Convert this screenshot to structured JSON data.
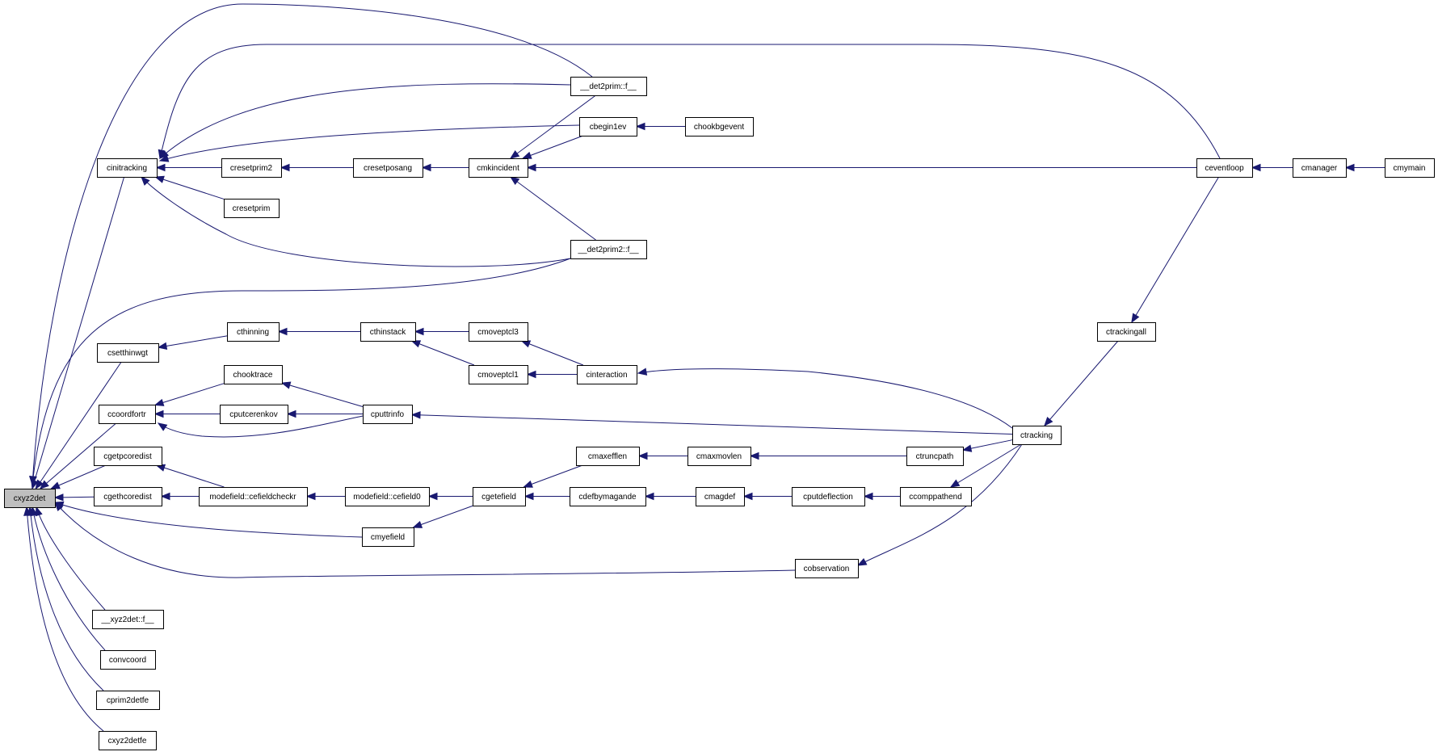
{
  "graph": {
    "title": "",
    "colors": {
      "edge": "#191970",
      "node_border": "#000000",
      "root_fill": "#bfbfbf",
      "node_fill": "#ffffff"
    },
    "nodes": [
      {
        "id": "cxyz2det",
        "label": "cxyz2det",
        "root": true
      },
      {
        "id": "cinitracking",
        "label": "cinitracking"
      },
      {
        "id": "csetthinwgt",
        "label": "csetthinwgt"
      },
      {
        "id": "ccoordfortr",
        "label": "ccoordfortr"
      },
      {
        "id": "cgetpcoredist",
        "label": "cgetpcoredist"
      },
      {
        "id": "cgethcoredist",
        "label": "cgethcoredist"
      },
      {
        "id": "xyz2det_f",
        "label": "__xyz2det::f__"
      },
      {
        "id": "convcoord",
        "label": "convcoord"
      },
      {
        "id": "cprim2detfe",
        "label": "cprim2detfe"
      },
      {
        "id": "cxyz2detfe",
        "label": "cxyz2detfe"
      },
      {
        "id": "cresetprim2",
        "label": "cresetprim2"
      },
      {
        "id": "cresetprim",
        "label": "cresetprim"
      },
      {
        "id": "cthinning",
        "label": "cthinning"
      },
      {
        "id": "chooktrace",
        "label": "chooktrace"
      },
      {
        "id": "cputcerenkov",
        "label": "cputcerenkov"
      },
      {
        "id": "modefield_cefieldcheckr",
        "label": "modefield::cefieldcheckr"
      },
      {
        "id": "cresetposang",
        "label": "cresetposang"
      },
      {
        "id": "cthinstack",
        "label": "cthinstack"
      },
      {
        "id": "cputtrinfo",
        "label": "cputtrinfo"
      },
      {
        "id": "modefield_cefield0",
        "label": "modefield::cefield0"
      },
      {
        "id": "cmyefield",
        "label": "cmyefield"
      },
      {
        "id": "cmkincident",
        "label": "cmkincident"
      },
      {
        "id": "cmoveptcl3",
        "label": "cmoveptcl3"
      },
      {
        "id": "cmoveptcl1",
        "label": "cmoveptcl1"
      },
      {
        "id": "cgetefield",
        "label": "cgetefield"
      },
      {
        "id": "det2prim_f",
        "label": "__det2prim::f__"
      },
      {
        "id": "cbegin1ev",
        "label": "cbegin1ev"
      },
      {
        "id": "det2prim2_f",
        "label": "__det2prim2::f__"
      },
      {
        "id": "cinteraction",
        "label": "cinteraction"
      },
      {
        "id": "cmaxefflen",
        "label": "cmaxefflen"
      },
      {
        "id": "cdefbymagande",
        "label": "cdefbymagande"
      },
      {
        "id": "chookbgevent",
        "label": "chookbgevent"
      },
      {
        "id": "cmaxmovlen",
        "label": "cmaxmovlen"
      },
      {
        "id": "cmagdef",
        "label": "cmagdef"
      },
      {
        "id": "cputdeflection",
        "label": "cputdeflection"
      },
      {
        "id": "cobservation",
        "label": "cobservation"
      },
      {
        "id": "ctruncpath",
        "label": "ctruncpath"
      },
      {
        "id": "ccomppathend",
        "label": "ccomppathend"
      },
      {
        "id": "ctracking",
        "label": "ctracking"
      },
      {
        "id": "ctrackingall",
        "label": "ctrackingall"
      },
      {
        "id": "ceventloop",
        "label": "ceventloop"
      },
      {
        "id": "cmanager",
        "label": "cmanager"
      },
      {
        "id": "cmymain",
        "label": "cmymain"
      }
    ],
    "edges": [
      [
        "cinitracking",
        "cxyz2det"
      ],
      [
        "csetthinwgt",
        "cxyz2det"
      ],
      [
        "ccoordfortr",
        "cxyz2det"
      ],
      [
        "cgetpcoredist",
        "cxyz2det"
      ],
      [
        "cgethcoredist",
        "cxyz2det"
      ],
      [
        "xyz2det_f",
        "cxyz2det"
      ],
      [
        "convcoord",
        "cxyz2det"
      ],
      [
        "cprim2detfe",
        "cxyz2det"
      ],
      [
        "cxyz2detfe",
        "cxyz2det"
      ],
      [
        "det2prim_f",
        "cxyz2det"
      ],
      [
        "det2prim2_f",
        "cxyz2det"
      ],
      [
        "ceventloop",
        "cinitracking"
      ],
      [
        "cmyefield",
        "cxyz2det"
      ],
      [
        "cobservation",
        "cxyz2det"
      ],
      [
        "cresetprim2",
        "cinitracking"
      ],
      [
        "cresetprim",
        "cinitracking"
      ],
      [
        "cbegin1ev",
        "cinitracking"
      ],
      [
        "det2prim_f",
        "cinitracking"
      ],
      [
        "det2prim2_f",
        "cinitracking"
      ],
      [
        "cthinning",
        "csetthinwgt"
      ],
      [
        "chooktrace",
        "ccoordfortr"
      ],
      [
        "cputcerenkov",
        "ccoordfortr"
      ],
      [
        "cputtrinfo",
        "ccoordfortr"
      ],
      [
        "modefield_cefieldcheckr",
        "cgetpcoredist"
      ],
      [
        "modefield_cefieldcheckr",
        "cgethcoredist"
      ],
      [
        "cresetposang",
        "cresetprim2"
      ],
      [
        "cthinstack",
        "cthinning"
      ],
      [
        "cputtrinfo",
        "chooktrace"
      ],
      [
        "cputtrinfo",
        "cputcerenkov"
      ],
      [
        "modefield_cefield0",
        "modefield_cefieldcheckr"
      ],
      [
        "cmkincident",
        "cresetposang"
      ],
      [
        "cmoveptcl3",
        "cthinstack"
      ],
      [
        "cmoveptcl1",
        "cthinstack"
      ],
      [
        "ctracking",
        "cputtrinfo"
      ],
      [
        "cgetefield",
        "modefield_cefield0"
      ],
      [
        "cgetefield",
        "cmyefield"
      ],
      [
        "det2prim_f",
        "cmkincident"
      ],
      [
        "cbegin1ev",
        "cmkincident"
      ],
      [
        "det2prim2_f",
        "cmkincident"
      ],
      [
        "ceventloop",
        "cmkincident"
      ],
      [
        "cinteraction",
        "cmoveptcl3"
      ],
      [
        "cinteraction",
        "cmoveptcl1"
      ],
      [
        "cmaxefflen",
        "cgetefield"
      ],
      [
        "cdefbymagande",
        "cgetefield"
      ],
      [
        "chookbgevent",
        "cbegin1ev"
      ],
      [
        "ctracking",
        "cinteraction"
      ],
      [
        "cmaxmovlen",
        "cmaxefflen"
      ],
      [
        "cmagdef",
        "cdefbymagande"
      ],
      [
        "ctruncpath",
        "cmaxmovlen"
      ],
      [
        "cputdeflection",
        "cmagdef"
      ],
      [
        "ctracking",
        "cobservation"
      ],
      [
        "ctracking",
        "ctruncpath"
      ],
      [
        "ccomppathend",
        "cputdeflection"
      ],
      [
        "ctracking",
        "ccomppathend"
      ],
      [
        "ctrackingall",
        "ctracking"
      ],
      [
        "ceventloop",
        "ctrackingall"
      ],
      [
        "cmanager",
        "ceventloop"
      ],
      [
        "cmymain",
        "cmanager"
      ]
    ]
  }
}
